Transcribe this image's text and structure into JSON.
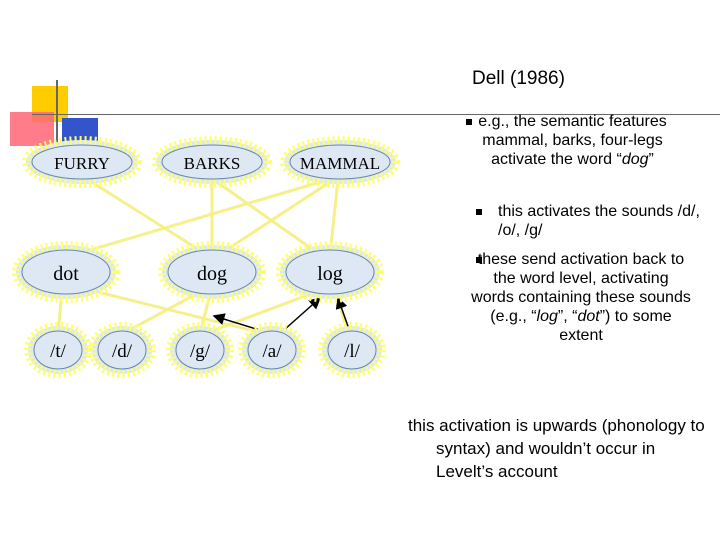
{
  "title": "Dell (1986)",
  "colors": {
    "node_fill": "#dde8f4",
    "node_halo": "#ffff66",
    "link": "#f5f08a",
    "feedback_arrow": "#000000",
    "deco_yellow": "#ffcc00",
    "deco_blue": "#3355cc",
    "deco_red": "#ff6677"
  },
  "bullet_icon": "square-bullet-icon",
  "nodes": {
    "semantic": [
      "FURRY",
      "BARKS",
      "MAMMAL"
    ],
    "words": [
      "dot",
      "dog",
      "log"
    ],
    "phonemes": [
      "/t/",
      "/d/",
      "/g/",
      "/a/",
      "/l/"
    ]
  },
  "bullets": [
    {
      "text_pre": "e.g., the semantic features mammal, barks, four-legs activate the word “",
      "text_italic": "dog",
      "text_post": "”"
    },
    {
      "text": "this activates the sounds /d/, /o/, /g/"
    },
    {
      "text_pre": "these send activation back to the word level, activating words containing these sounds (e.g., “",
      "italic_1": "log",
      "text_mid": "”, “",
      "italic_2": "dot",
      "text_post": "”) to some extent"
    }
  ],
  "note": "this activation is upwards (phonology to syntax) and wouldn’t occur in Levelt’s account"
}
